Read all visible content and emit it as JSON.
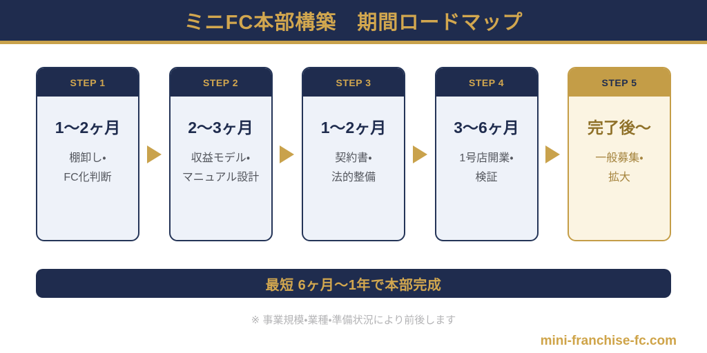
{
  "header": {
    "title": "ミニFC本部構築　期間ロードマップ"
  },
  "steps": [
    {
      "label": "STEP 1",
      "duration": "1〜2ヶ月",
      "desc_line1": "棚卸し・",
      "desc_line2": "FC化判断",
      "variant": "navy"
    },
    {
      "label": "STEP 2",
      "duration": "2〜3ヶ月",
      "desc_line1": "収益モデル・",
      "desc_line2": "マニュアル設計",
      "variant": "navy"
    },
    {
      "label": "STEP 3",
      "duration": "1〜2ヶ月",
      "desc_line1": "契約書・",
      "desc_line2": "法的整備",
      "variant": "navy"
    },
    {
      "label": "STEP 4",
      "duration": "3〜6ヶ月",
      "desc_line1": "1号店開業・",
      "desc_line2": "検証",
      "variant": "navy"
    },
    {
      "label": "STEP 5",
      "duration": "完了後〜",
      "desc_line1": "一般募集・",
      "desc_line2": "拡大",
      "variant": "gold"
    }
  ],
  "summary": {
    "text": "最短 6ヶ月〜1年で本部完成"
  },
  "footnote": {
    "text": "※ 事業規模・業種・準備状況により前後します"
  },
  "website": {
    "text": "mini-franchise-fc.com"
  },
  "colors": {
    "navy": "#1f2c4e",
    "gold": "#c9a24c",
    "gold_header_step5": "#c49d47",
    "card_body_blue": "#eef2f9",
    "card_body_cream": "#fbf4e2",
    "title_gold": "#d2a74f",
    "desc_gray": "#54575e",
    "footnote_gray": "#b4b4b6"
  }
}
